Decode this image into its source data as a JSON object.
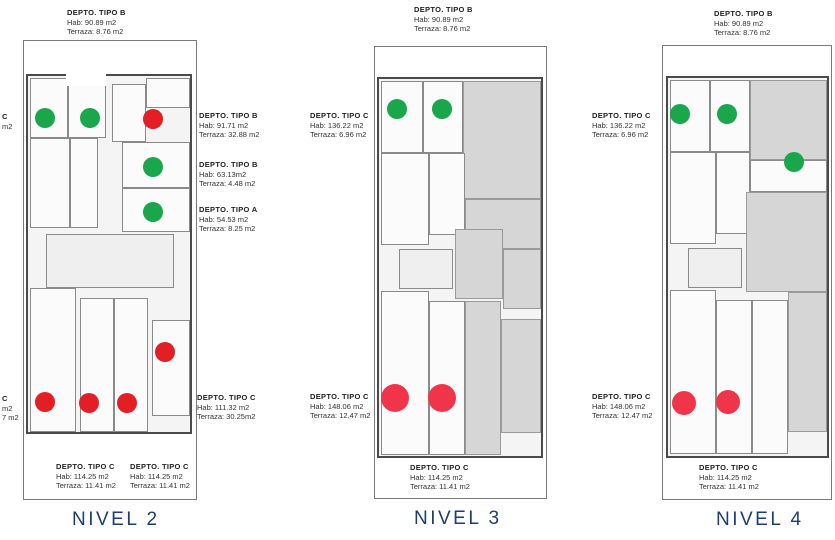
{
  "levels": [
    {
      "title": "NIVEL 2",
      "labels": [
        {
          "type": "DEPTO.  TIPO B",
          "hab": "Hab: 90.89 m2",
          "terr": "Terraza: 8.76 m2"
        },
        {
          "type": "C",
          "hab": "m2",
          "terr": ""
        },
        {
          "type": "DEPTO.  TIPO B",
          "hab": "Hab: 91.71 m2",
          "terr": "Terraza: 32.88 m2"
        },
        {
          "type": "DEPTO.  TIPO B",
          "hab": "Hab: 63.13m2",
          "terr": "Terraza: 4.48 m2"
        },
        {
          "type": "DEPTO.  TIPO A",
          "hab": "Hab: 54.53 m2",
          "terr": "Terraza: 8.25 m2"
        },
        {
          "type": "DEPTO.  TIPO C",
          "hab": "Hab: 111.32 m2",
          "terr": "Terraza: 30.25m2"
        },
        {
          "type": "C",
          "hab": "m2",
          "terr": "7 m2"
        },
        {
          "type": "DEPTO.  TIPO C",
          "hab": "Hab: 114.25 m2",
          "terr": "Terraza: 11.41 m2"
        },
        {
          "type": "DEPTO.  TIPO C",
          "hab": "Hab: 114.25 m2",
          "terr": "Terraza: 11.41 m2"
        }
      ]
    },
    {
      "title": "NIVEL 3",
      "labels": [
        {
          "type": "DEPTO.  TIPO B",
          "hab": "Hab: 90.89 m2",
          "terr": "Terraza: 8.76 m2"
        },
        {
          "type": "DEPTO.  TIPO C",
          "hab": "Hab: 136.22 m2",
          "terr": "Terraza: 6.96 m2"
        },
        {
          "type": "DEPTO.  TIPO C",
          "hab": "Hab: 148.06 m2",
          "terr": "Terraza: 12.47 m2"
        },
        {
          "type": "DEPTO.  TIPO C",
          "hab": "Hab: 114.25 m2",
          "terr": "Terraza: 11.41 m2"
        }
      ]
    },
    {
      "title": "NIVEL 4",
      "labels": [
        {
          "type": "DEPTO.  TIPO B",
          "hab": "Hab: 90.89 m2",
          "terr": "Terraza: 8.76 m2"
        },
        {
          "type": "DEPTO.  TIPO C",
          "hab": "Hab: 136.22 m2",
          "terr": "Terraza: 6.96 m2"
        },
        {
          "type": "DEPTO.  TIPO C",
          "hab": "Hab: 148.06 m2",
          "terr": "Terraza: 12.47 m2"
        },
        {
          "type": "DEPTO.  TIPO C",
          "hab": "Hab: 114.25 m2",
          "terr": "Terraza: 11.41 m2"
        }
      ]
    }
  ],
  "colors": {
    "available": "#1aa64b",
    "sold_nivel2": "#e31e24",
    "sold": "#f0354a",
    "title": "#1d3e6e"
  }
}
